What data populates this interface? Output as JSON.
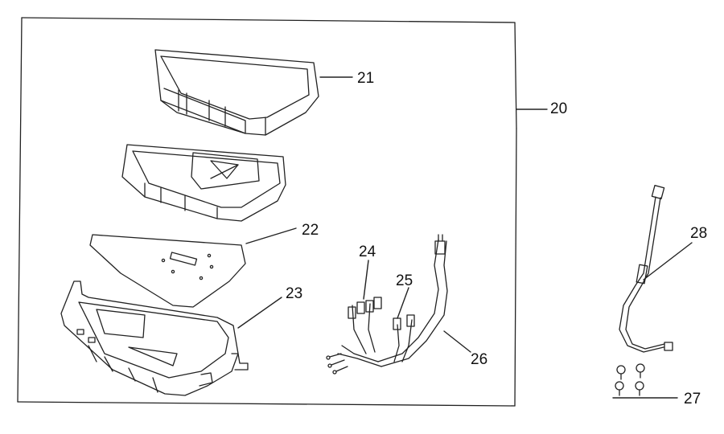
{
  "labels": {
    "l20": "20",
    "l21": "21",
    "l22": "22",
    "l23": "23",
    "l24": "24",
    "l25": "25",
    "l26": "26",
    "l27": "27",
    "l28": "28"
  },
  "colors": {
    "line": "#222222",
    "background": "#ffffff"
  }
}
